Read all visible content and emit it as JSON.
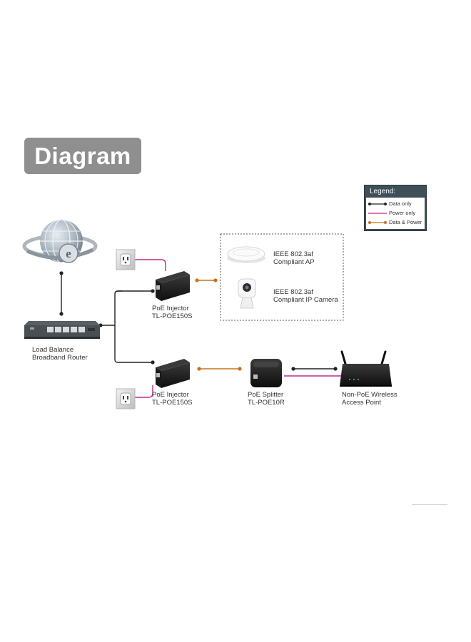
{
  "title": "Diagram",
  "legend": {
    "title": "Legend:",
    "items": [
      {
        "label": "Data only",
        "color": "#222222"
      },
      {
        "label": "Power only",
        "color": "#c2288f"
      },
      {
        "label": "Data & Power",
        "color": "#c9701e"
      }
    ]
  },
  "devices": {
    "router": {
      "line1": "Load Balance",
      "line2": "Broadband Router"
    },
    "injector_top": {
      "line1": "PoE Injector",
      "line2": "TL-POE150S"
    },
    "injector_bottom": {
      "line1": "PoE Injector",
      "line2": "TL-POE150S"
    },
    "splitter": {
      "line1": "PoE Splitter",
      "line2": "TL-POE10R"
    },
    "access_point": {
      "line1": "Non-PoE Wireless",
      "line2": "Access Point"
    },
    "ap_poe": {
      "line1": "IEEE 802.3af",
      "line2": "Compliant AP"
    },
    "ip_camera": {
      "line1": "IEEE 802.3af",
      "line2": "Compliant IP Camera"
    }
  },
  "colors": {
    "title_badge": "#8f8f8f",
    "legend_header": "#3e4f58",
    "data_only": "#222222",
    "power_only": "#c2288f",
    "data_power": "#c9701e"
  }
}
